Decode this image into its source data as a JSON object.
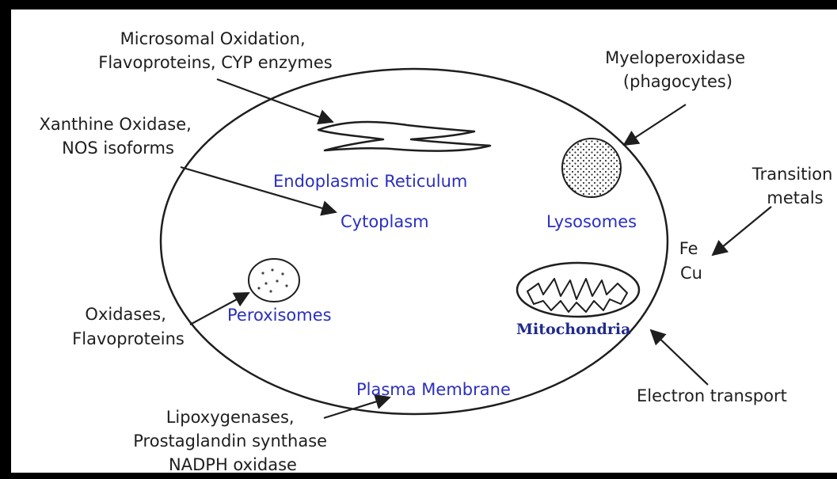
{
  "organelles": {
    "er": "Endoplasmic Reticulum",
    "cytoplasm": "Cytoplasm",
    "lysosomes": "Lysosomes",
    "peroxisomes": "Peroxisomes",
    "mitochondria": "Mitochondria",
    "plasma_membrane": "Plasma Membrane"
  },
  "sources": {
    "microsomal": [
      "Microsomal Oxidation,",
      "Flavoproteins, CYP enzymes"
    ],
    "myeloperoxidase": [
      "Myeloperoxidase",
      "(phagocytes)"
    ],
    "xanthine": [
      "Xanthine Oxidase,",
      "NOS isoforms"
    ],
    "transition": [
      "Transition",
      "metals"
    ],
    "metals": [
      "Fe",
      "Cu"
    ],
    "oxidases": [
      "Oxidases,",
      "Flavoproteins"
    ],
    "electron": "Electron transport",
    "lipoxygenases": [
      "Lipoxygenases,",
      "Prostaglandin synthase",
      "NADPH oxidase"
    ]
  },
  "colors": {
    "organelle_label": "#2b2fbf",
    "mitochondria_label": "#1f2a8a",
    "line": "#1e1e1e",
    "frame": "#000000",
    "background": "#ffffff"
  }
}
